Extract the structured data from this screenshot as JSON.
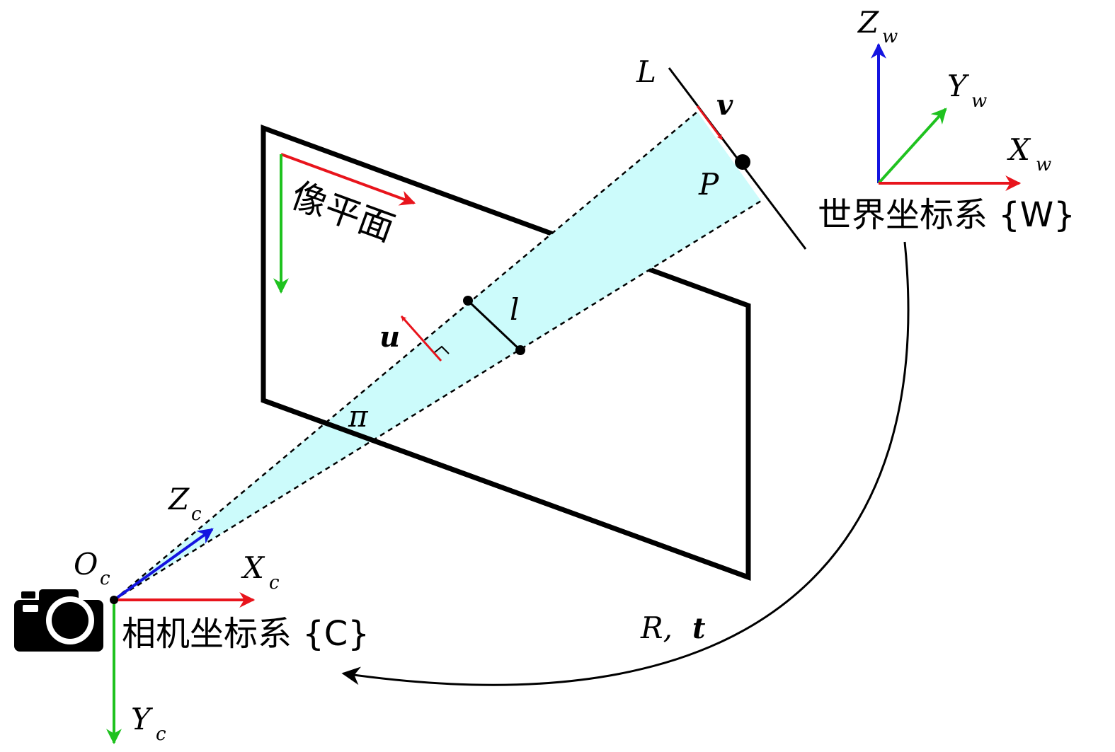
{
  "image_plane": {
    "label": "像平面"
  },
  "world_frame": {
    "label": "世界坐标系 {W}",
    "axes": {
      "x": "X",
      "y": "Y",
      "z": "Z",
      "subscript": "w"
    },
    "colors": {
      "x": "#e8141c",
      "y": "#1fc21f",
      "z": "#1414e0"
    }
  },
  "camera_frame": {
    "label": "相机坐标系 {C}",
    "origin": "O",
    "axes": {
      "x": "X",
      "y": "Y",
      "z": "Z",
      "subscript": "c"
    },
    "colors": {
      "x": "#e8141c",
      "y": "#1fc21f",
      "z": "#1414e0"
    }
  },
  "labels": {
    "line": "L",
    "direction": "v",
    "point": "P",
    "image_line": "l",
    "normal": "u",
    "plane": "π",
    "transform_r": "R,",
    "transform_t": "t"
  },
  "colors": {
    "plane_fill": "#ccfbfb",
    "frame": "#000000",
    "arrow_red": "#e8141c",
    "arrow_green": "#1fc21f",
    "arrow_blue": "#1414e0"
  },
  "icons": {
    "camera": "camera-icon"
  }
}
